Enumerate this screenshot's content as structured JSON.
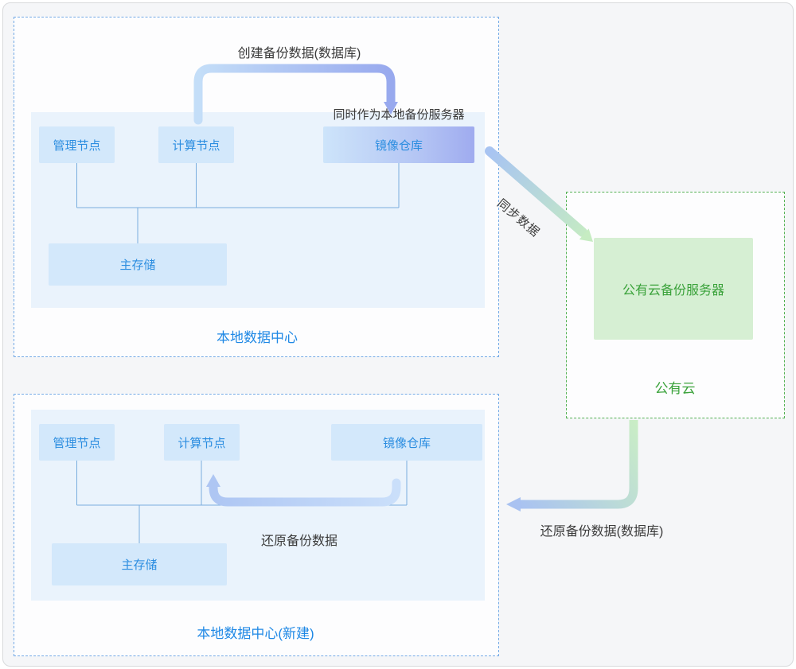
{
  "colors": {
    "accent_blue": "#2b8de0",
    "label_blue": "#1e88e5",
    "accent_green": "#3aa23a",
    "dashed_blue": "#74aae6",
    "dashed_green": "#55b255",
    "node_fill": "#d3e8fb",
    "panel_fill": "#eaf3fc",
    "text_dark": "#3a3a3a"
  },
  "dc1": {
    "label": "本地数据中心",
    "mirror_note": "同时作为本地备份服务器",
    "nodes": {
      "management": "管理节点",
      "compute": "计算节点",
      "mirror": "镜像仓库",
      "storage": "主存储"
    }
  },
  "dc2": {
    "label": "本地数据中心(新建)",
    "restore_label": "还原备份数据",
    "nodes": {
      "management": "管理节点",
      "compute": "计算节点",
      "mirror": "镜像仓库",
      "storage": "主存储"
    }
  },
  "cloud": {
    "label": "公有云",
    "server": "公有云备份服务器"
  },
  "arrows": {
    "create_backup": "创建备份数据(数据库)",
    "sync_data": "同步数据",
    "restore_backup": "还原备份数据(数据库)"
  }
}
